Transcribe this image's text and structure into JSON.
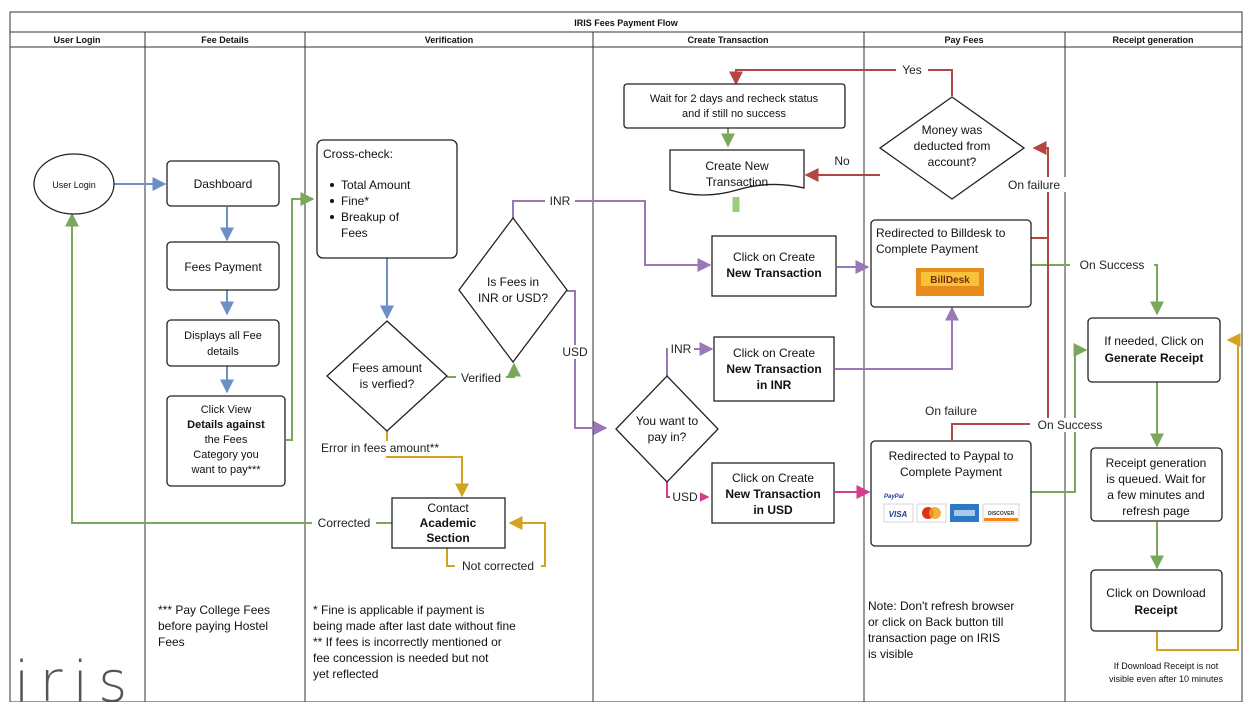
{
  "title": "IRIS Fees Payment Flow",
  "lanes": [
    "User Login",
    "Fee Details",
    "Verification",
    "Create Transaction",
    "Pay Fees",
    "Receipt generation"
  ],
  "nodes": {
    "user_login": "User Login",
    "dashboard": "Dashboard",
    "fees_payment": "Fees Payment",
    "displays_all": [
      "Displays all Fee",
      "details"
    ],
    "click_view_details": [
      "Click View",
      "Details against",
      "the Fees",
      "Category you",
      "want to pay***"
    ],
    "cross_check": {
      "title": "Cross-check:",
      "items": [
        "Total Amount",
        "Fine*",
        "Breakup of",
        "Fees"
      ]
    },
    "fees_verified": [
      "Fees amount",
      "is verfied?"
    ],
    "is_fees_inr_usd": [
      "Is Fees in",
      "INR or USD?"
    ],
    "contact_academic": [
      "Contact",
      "Academic",
      "Section"
    ],
    "wait_recheck": [
      "Wait for 2 days and recheck status",
      "and if still no success"
    ],
    "create_new_tx": [
      "Create New",
      "Transaction"
    ],
    "click_create_new_tx": [
      "Click on Create",
      "New Transaction"
    ],
    "click_create_inr": [
      "Click on Create",
      "New Transaction",
      "in INR"
    ],
    "want_to_pay": [
      "You want to",
      "pay in?"
    ],
    "click_create_usd": [
      "Click on Create",
      "New Transaction",
      "in USD"
    ],
    "money_deducted": [
      "Money was",
      "deducted from",
      "account?"
    ],
    "billdesk": [
      "Redirected to Billdesk to",
      "Complete Payment"
    ],
    "billdesk_logo": "BillDesk",
    "paypal": [
      "Redirected to Paypal to",
      "Complete Payment"
    ],
    "paypal_logo": "PayPal",
    "cards": [
      "VISA",
      "",
      "",
      "DISCOVER"
    ],
    "generate_receipt": [
      "If needed, Click on",
      "Generate Receipt"
    ],
    "receipt_queued": [
      "Receipt generation",
      "is queued. Wait for",
      "a few minutes and",
      "refresh page"
    ],
    "download_receipt": [
      "Click on Download",
      "Receipt"
    ]
  },
  "edge_labels": {
    "yes": "Yes",
    "no": "No",
    "on_failure_top": "On failure",
    "inr_top": "INR",
    "usd": "USD",
    "verified": "Verified",
    "on_success_top": "On Success",
    "inr_mid": "INR",
    "on_failure_mid": "On failure",
    "on_success_mid": "On Success",
    "error_fees": "Error in fees amount**",
    "corrected": "Corrected",
    "usd_low": "USD",
    "not_corrected": "Not corrected"
  },
  "notes": {
    "fee_details": [
      "*** Pay College Fees",
      "before paying Hostel",
      "Fees"
    ],
    "verification": [
      "* Fine is applicable if payment is",
      "being made after last date without fine",
      "** If fees is incorrectly mentioned or",
      "fee concession is needed but not",
      "yet reflected"
    ],
    "pay_fees": [
      "Note: Don't refresh browser",
      "or click on Back button till",
      "transaction page on IRIS",
      "is visible"
    ],
    "receipt": [
      "If Download Receipt is not",
      "visible even after 10 minutes"
    ]
  },
  "logo_text": "iris",
  "colors": {
    "blue": "#6b8fc6",
    "green": "#7aa85a",
    "purple": "#9a77b6",
    "red": "#b34745",
    "yellow": "#d3a21f",
    "magenta": "#d63c8a"
  }
}
